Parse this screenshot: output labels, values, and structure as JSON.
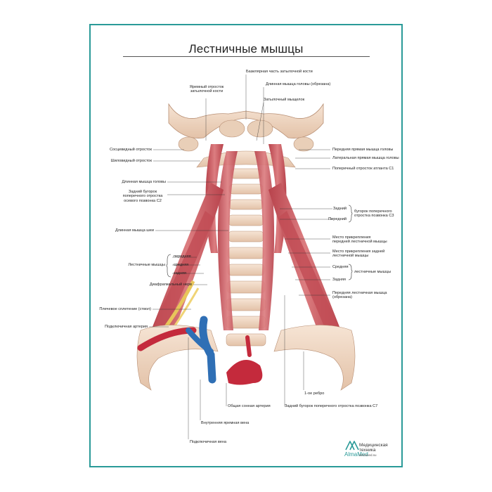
{
  "title": "Лестничные мышцы",
  "labels": {
    "basilar": "Базилярная часть затылочной кости",
    "longus_capitis_cut": "Длинная мышца головы (обрезана)",
    "jugular_process": "Яремный отросток затылочной кости",
    "occipital_condyle": "Затылочный мыщелок",
    "mastoid": "Сосцевидный отросток",
    "styloid": "Шиловидный отросток",
    "rectus_anterior": "Передняя прямая мышца головы",
    "rectus_lateral": "Латеральная прямая мышца головы",
    "atlas_process": "Поперечный отросток атланта С1",
    "longus_capitis": "Длинная мышца головы",
    "c2_tubercle": "Задний бугорок поперечного отростка осевого позвонка С2",
    "posterior": "Задний",
    "anterior": "Передний",
    "c3_tubercle": "бугорок поперечного отростка позвонка С3",
    "longus_colli": "Длинная мышца шеи",
    "attach_anterior": "Место прикрепления передней лестничной мышцы",
    "attach_posterior": "Место прикрепления задней лестничной мышцы",
    "scalene_muscles": "Лестничные мышцы",
    "front": "передняя",
    "middle": "средняя",
    "back": "задняя",
    "middle_r": "Средняя",
    "back_r": "Задняя",
    "scalene_muscles_r": "лестничные мышцы",
    "phrenic": "Диафрагмальный нерв",
    "anterior_scalene_cut": "Передняя лестничная мышца (обрезана)",
    "brachial_plexus": "Плечевое сплетение (ствол)",
    "subclavian_artery": "Подключичная артерия",
    "first_rib": "1-ое ребро",
    "common_carotid": "Общая сонная артерия",
    "c7_tubercle": "Задний бугорок поперечного отростка позвонка С7",
    "internal_jugular": "Внутренняя яремная вена",
    "subclavian_vein": "Подключичная вена"
  },
  "brand": {
    "name": "AlmaMed",
    "line1": "Медицинская",
    "line2": "техника",
    "url": "almamed.su",
    "color": "#2a9a98"
  },
  "colors": {
    "bone": "#efd6c2",
    "muscle": "#c9545a",
    "artery": "#c42a3c",
    "vein": "#2f6fb5"
  }
}
